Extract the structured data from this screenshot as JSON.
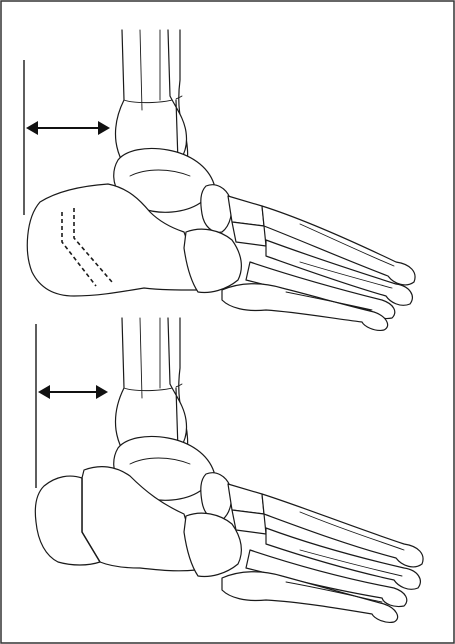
{
  "figure": {
    "panels": [
      {
        "id": "top",
        "osteotomy": "planned-dashed"
      },
      {
        "id": "bottom",
        "osteotomy": "displaced"
      }
    ],
    "colors": {
      "ink": "#1a1a1a",
      "background": "#ffffff",
      "border": "#333333"
    }
  }
}
